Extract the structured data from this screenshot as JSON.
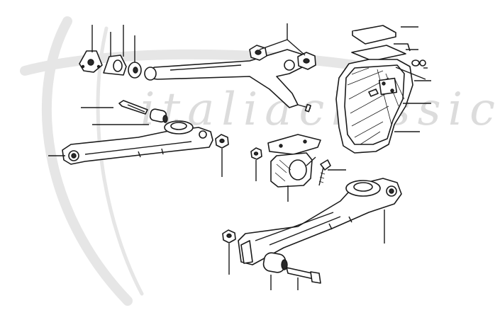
{
  "watermark": {
    "text": "italiaclassic",
    "color": "#dcdcdc"
  },
  "diagram": {
    "style": "exploded parts illustration, line art",
    "parts": [
      "wishbone-upper-arm",
      "mount-bracket-cushion",
      "lower-control-arm-left",
      "lower-control-arm-right",
      "bushing-bracket-clamp",
      "mount-plate-stack",
      "bolts-and-nuts",
      "bushings-and-washers"
    ]
  }
}
